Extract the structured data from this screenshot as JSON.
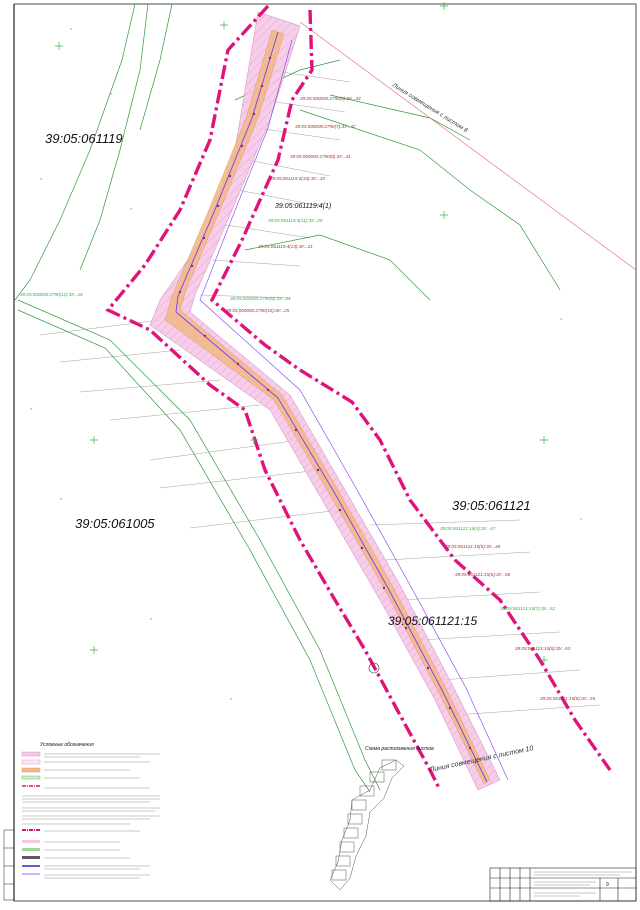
{
  "colors": {
    "boundary": "#e0137a",
    "corridor_fill": "#f6c6e6",
    "road": "#f2b98a",
    "route_line": "#7a3cf0",
    "green": "#3fb24a",
    "parcel_line": "#2e9a3a",
    "label_brown": "#a03a28",
    "label_green": "#33b040",
    "label_black": "#111111"
  },
  "map": {
    "parcels": [
      {
        "id": "p1119",
        "label": "39:05:061119"
      },
      {
        "id": "p1005",
        "label": "39:05:061005"
      },
      {
        "id": "p1121",
        "label": "39:05:061121"
      },
      {
        "id": "p112115",
        "label": "39:05:061121:15"
      },
      {
        "id": "p11194",
        "label": "39:05:061119:4(1)"
      }
    ],
    "match_lines": [
      {
        "id": "ml-top",
        "label": "Линия совмещения с листом 8"
      },
      {
        "id": "ml-bottom",
        "label": "Линия совмещения с листом 10"
      }
    ],
    "leader_labels": [
      "39:05:000000:2790(6):ЗУ...43",
      "39:05:000000:2790(7):ЗУ...42",
      "39:05:000000:2790(8):ЗУ...41",
      "39:05:061119:4(10):ЗУ...19",
      "39:05:061119:4(11):ЗУ...20",
      "39:05:061119:4(14):ЗУ...21",
      "39:05:000000:2790(9):ЗУ...24",
      "39:05:000000:2790(10):ЗУ...25",
      "39:05:000000:2790(11):ЗУ...26",
      "39:05:061121:15(4):ЗУ...47",
      "39:05:061121:15(5):ЗУ...48",
      "39:05:061121:15(6):ЗУ...50",
      "39:05:061121:15(7):ЗУ...52",
      "39:05:061121:15(8):ЗУ...53",
      "39:05:061121:15(9):ЗУ...55"
    ]
  },
  "scheme": {
    "title": "Схема расположения листов"
  },
  "legend": {
    "title": "Условные обозначения"
  },
  "title_block": {
    "sheet": "9"
  }
}
